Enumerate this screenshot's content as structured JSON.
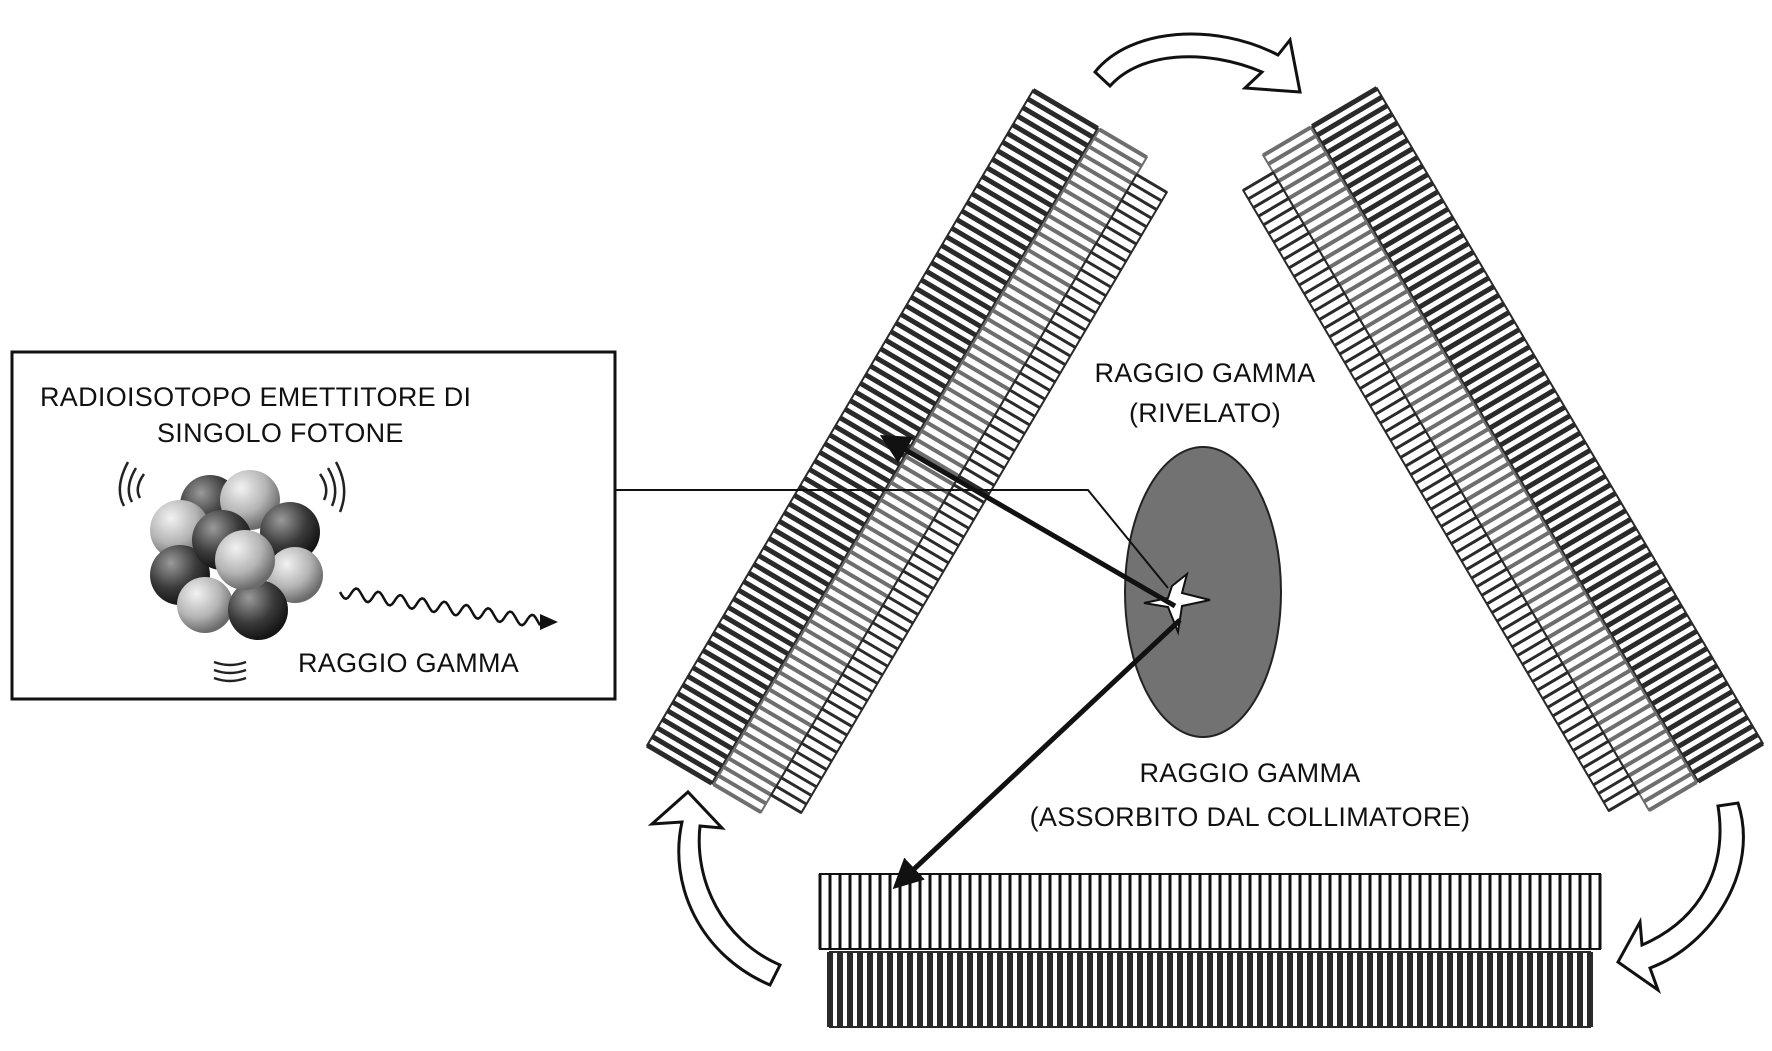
{
  "inset": {
    "title_line1": "RADIOISOTOPO EMETTITORE DI",
    "title_line2": "SINGOLO FOTONE",
    "ray_label": "RAGGIO GAMMA"
  },
  "labels": {
    "detected_line1": "RAGGIO GAMMA",
    "detected_line2": "(RIVELATO)",
    "absorbed_line1": "RAGGIO GAMMA",
    "absorbed_line2": "(ASSORBITO DAL COLLIMATORE)"
  },
  "colors": {
    "dark": "#2a2a2a",
    "mid": "#6e6e6e",
    "ink": "#111111",
    "patient": "#727272"
  }
}
